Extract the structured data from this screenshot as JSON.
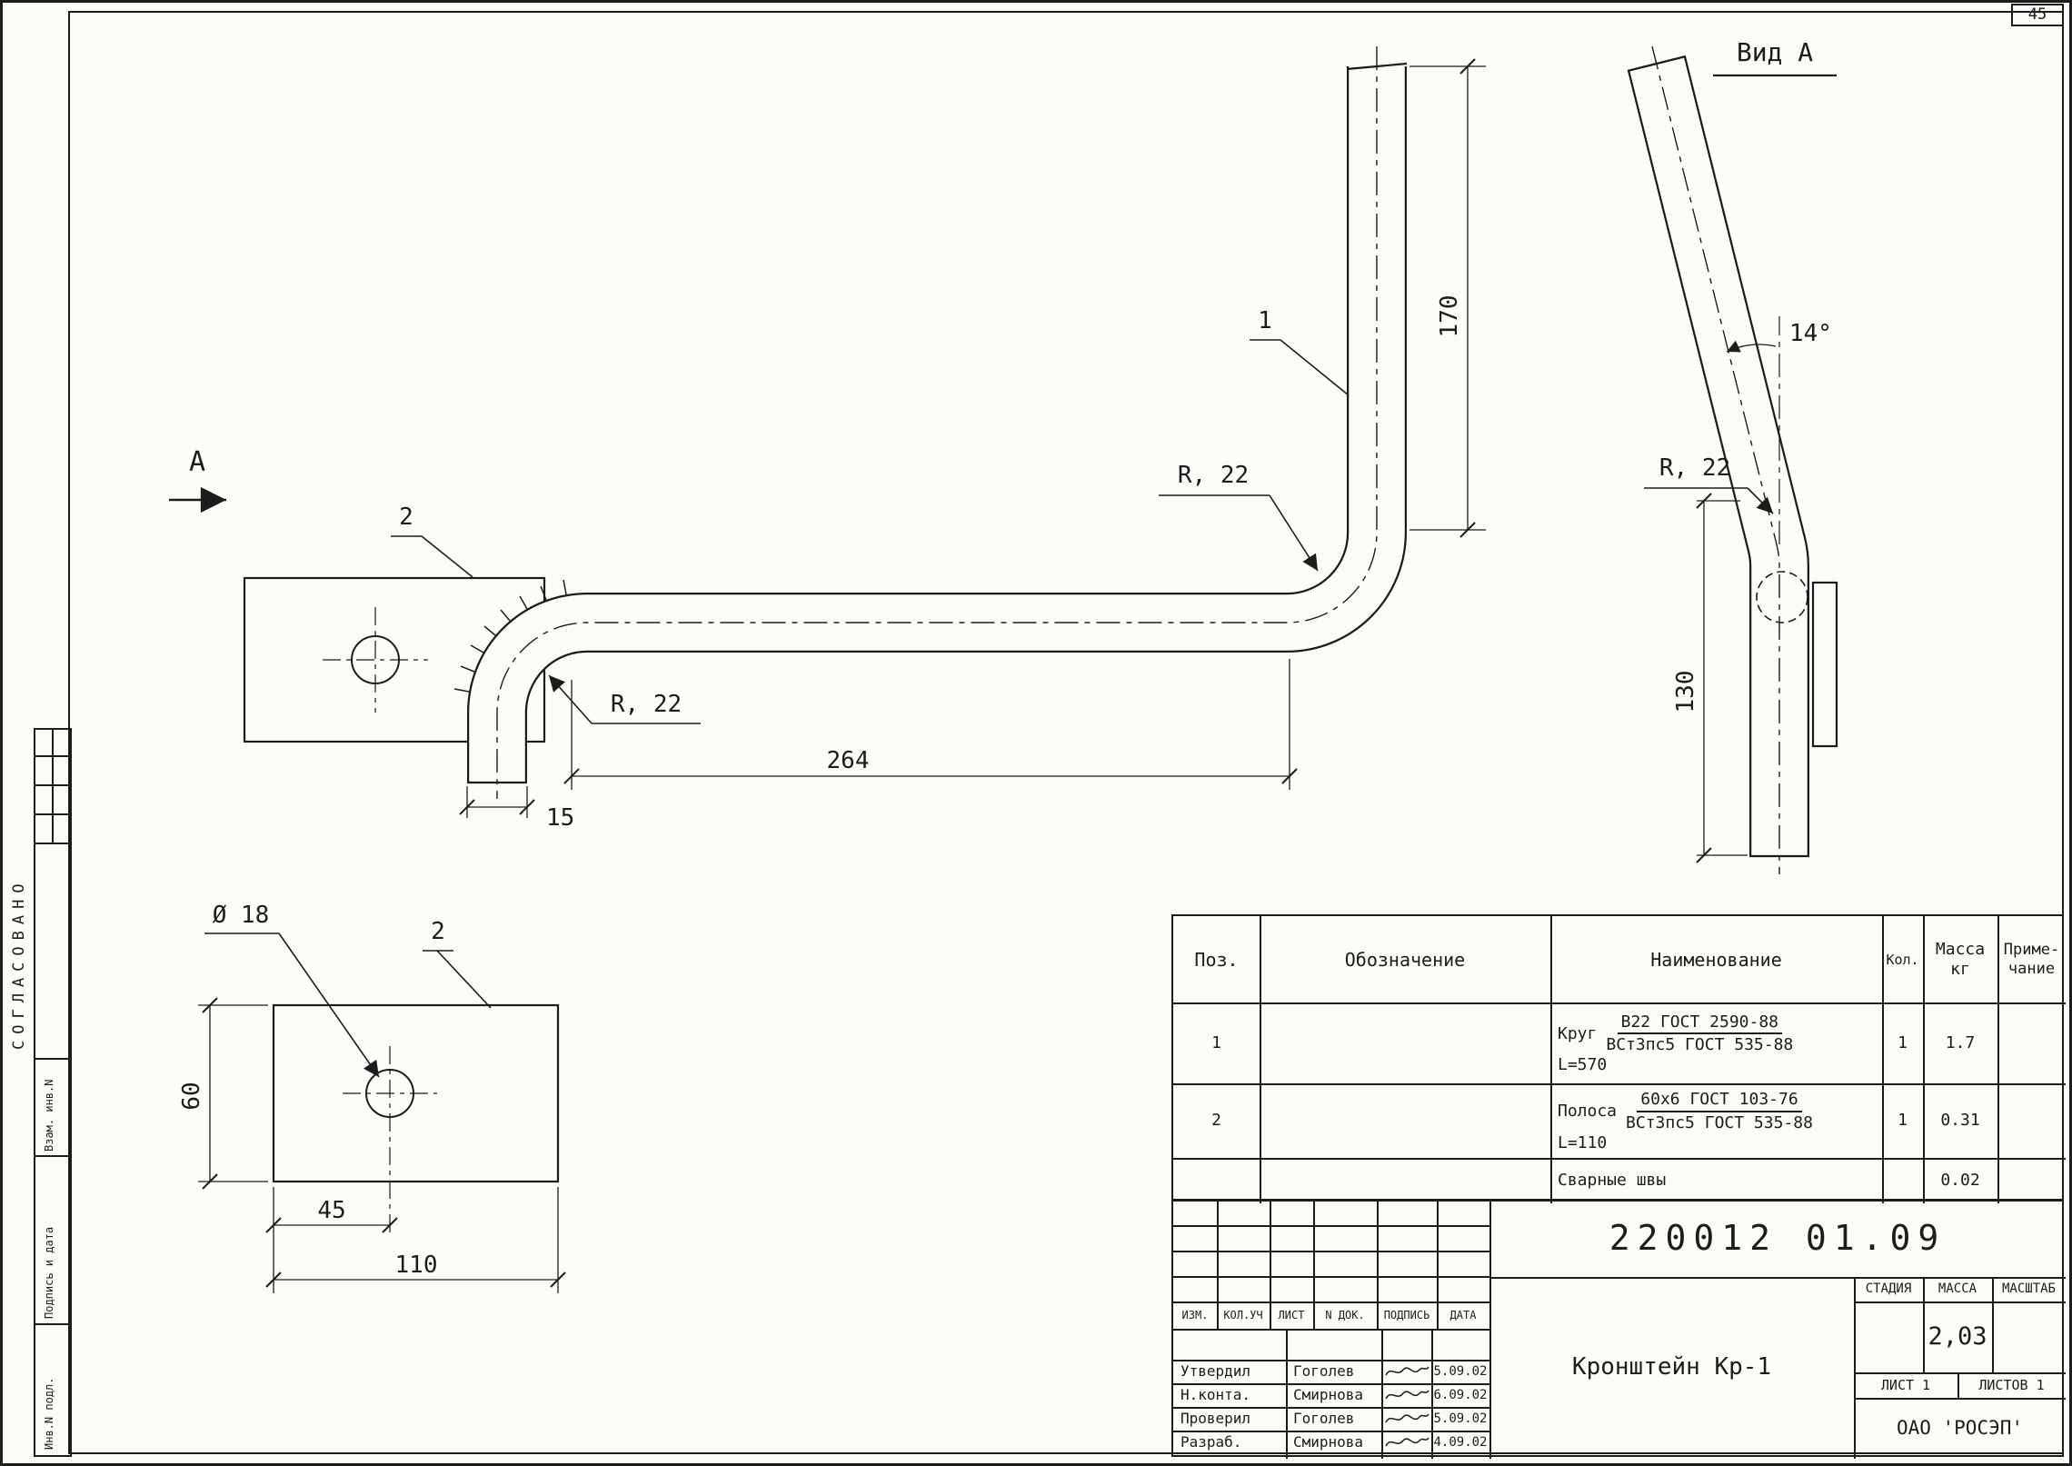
{
  "sheet": {
    "corner_number": "45"
  },
  "margin": {
    "agreed": "СОГЛАСОВАНО",
    "label_vzam": "Взам. инв.N",
    "label_podpis": "Подпись и дата",
    "label_inv": "Инв.N подл."
  },
  "front_view": {
    "view_arrow_label": "А",
    "item1": "1",
    "item2": "2",
    "dim_height": "170",
    "dim_length": "264",
    "dim_tail": "15",
    "radius_right": "R, 22",
    "radius_left": "R, 22"
  },
  "view_a": {
    "title": "Вид А",
    "angle": "14°",
    "radius": "R, 22",
    "dim_height": "130"
  },
  "detail": {
    "hole": "Ø 18",
    "item2": "2",
    "dim_height": "60",
    "dim_hole_offset": "45",
    "dim_width": "110"
  },
  "spec_table": {
    "h_pos": "Поз.",
    "h_desig": "Обозначение",
    "h_name": "Наименование",
    "h_qty": "Кол.",
    "h_mass_1": "Масса",
    "h_mass_2": "кг",
    "h_note_1": "Приме-",
    "h_note_2": "чание",
    "rows": [
      {
        "pos": "1",
        "kind": "Круг",
        "spec_top": "В22 ГОСТ 2590-88",
        "spec_bot": "ВСт3пс5 ГОСТ 535-88",
        "len": "L=570",
        "qty": "1",
        "mass": "1.7"
      },
      {
        "pos": "2",
        "kind": "Полоса",
        "spec_top": "60х6 ГОСТ 103-76",
        "spec_bot": "ВСт3пс5 ГОСТ 535-88",
        "len": "L=110",
        "qty": "1",
        "mass": "0.31"
      }
    ],
    "welds_row": {
      "name": "Сварные швы",
      "mass": "0.02"
    }
  },
  "title_block": {
    "doc_number": "220012  01.09",
    "product_title": "Кронштейн Кр-1",
    "col_izm": "ИЗМ.",
    "col_koluch": "КОЛ.УЧ",
    "col_list": "ЛИСТ",
    "col_ndok": "N ДОК.",
    "col_podpis": "ПОДПИСЬ",
    "col_data": "ДАТА",
    "sign_rows": [
      {
        "role": "Утвердил",
        "name": "Гоголев",
        "date": "5.09.02"
      },
      {
        "role": "Н.конта.",
        "name": "Смирнова",
        "date": "6.09.02"
      },
      {
        "role": "Проверил",
        "name": "Гоголев",
        "date": "5.09.02"
      },
      {
        "role": "Разраб.",
        "name": "Смирнова",
        "date": "4.09.02"
      }
    ],
    "h_stage": "СТАДИЯ",
    "h_mass": "МАССА",
    "h_scale": "МАСШТАБ",
    "mass_value": "2,03",
    "sheet": "ЛИСТ 1",
    "sheets": "ЛИСТОВ 1",
    "company": "ОАО 'РОСЭП'"
  }
}
